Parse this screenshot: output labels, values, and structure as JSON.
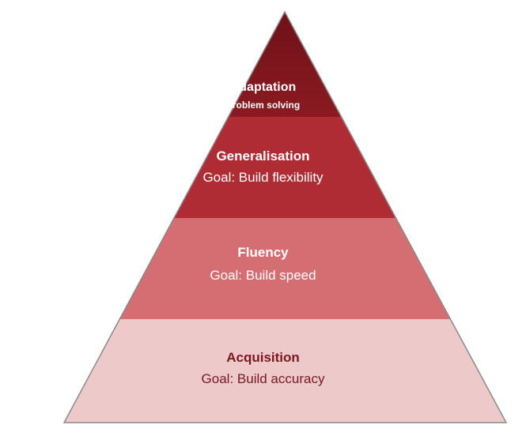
{
  "levels": [
    {
      "title": "Adaptation",
      "subtitle": "Problem solving",
      "fill": "#8b1a22",
      "text_color": "#ffffff"
    },
    {
      "title": "Generalisation",
      "subtitle": "Goal: Build flexibility",
      "fill": "#b02c34",
      "text_color": "#ffffff"
    },
    {
      "title": "Fluency",
      "subtitle": "Goal: Build speed",
      "fill": "#d46e72",
      "text_color": "#ffffff"
    },
    {
      "title": "Acquisition",
      "subtitle": "Goal: Build accuracy",
      "fill": "#eec9ca",
      "text_color": "#7a1820"
    }
  ],
  "outline_color": "#8a8a8a"
}
